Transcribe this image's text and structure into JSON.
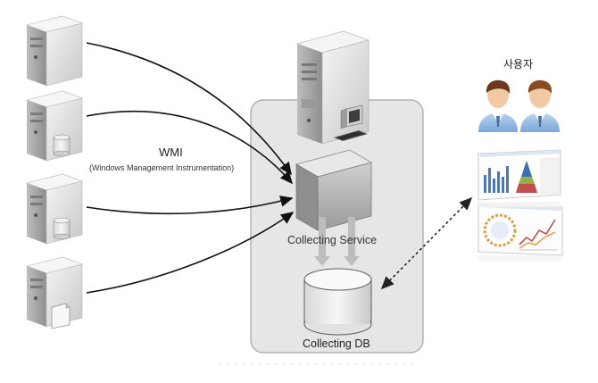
{
  "labels": {
    "protocol": "WMI",
    "protocol_full": "(Windows Management Instrumentation)",
    "service": "Collecting Service",
    "database": "Collecting DB",
    "users": "사용자"
  },
  "nodes": {
    "servers": [
      {
        "name": "server",
        "attachment": "none"
      },
      {
        "name": "db-server",
        "attachment": "database"
      },
      {
        "name": "db-server",
        "attachment": "database"
      },
      {
        "name": "file-server",
        "attachment": "document"
      }
    ],
    "report_panels": 2,
    "users": 2
  },
  "colors": {
    "panel": "#e6e6e6",
    "server_body": "#dcdcdc",
    "service_box": "#a9a9a9",
    "arrow_gray": "#bdbdbd",
    "user_shirt": "#a8c8e8",
    "user_hair": "#6b3a1e"
  }
}
